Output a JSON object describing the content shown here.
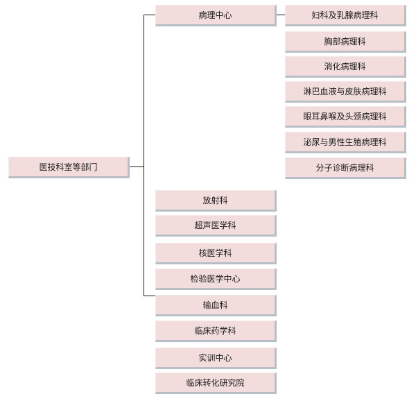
{
  "root": {
    "label": "医技科室等部门"
  },
  "pathology": {
    "label": "病理中心",
    "children": [
      "妇科及乳腺病理科",
      "胸部病理科",
      "消化病理科",
      "淋巴血液与皮肤病理科",
      "眼耳鼻喉及头颈病理科",
      "泌尿与男性生殖病理科",
      "分子诊断病理科"
    ]
  },
  "departments": [
    "放射科",
    "超声医学科",
    "核医学科",
    "检验医学中心",
    "输血科",
    "临床药学科",
    "实训中心",
    "临床转化研究院"
  ]
}
